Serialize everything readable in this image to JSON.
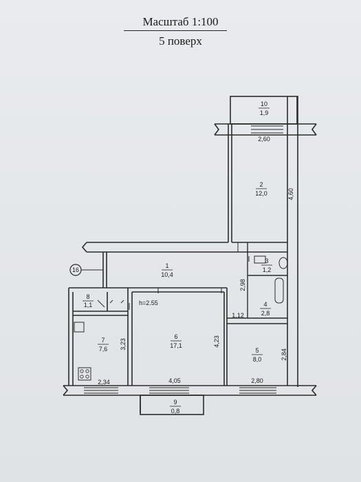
{
  "header": {
    "scale": "Масштаб 1:100",
    "floor": "5 поверх"
  },
  "rooms": [
    {
      "number": "1",
      "area": "10,4"
    },
    {
      "number": "2",
      "area": "12,0"
    },
    {
      "number": "3",
      "area": "1,2"
    },
    {
      "number": "4",
      "area": "2,8"
    },
    {
      "number": "5",
      "area": "8,0"
    },
    {
      "number": "6",
      "area": "17,1"
    },
    {
      "number": "7",
      "area": "7,6"
    },
    {
      "number": "8",
      "area": "1,1"
    },
    {
      "number": "9",
      "area": "0,8"
    },
    {
      "number": "10",
      "area": "1,9"
    }
  ],
  "dimensions": {
    "d1": "2,60",
    "d2": "4,60",
    "d3": "2,98",
    "d4": "1,12",
    "d5": "3,23",
    "d6": "4,23",
    "d7": "2,84",
    "d8": "2,34",
    "d9": "4,05",
    "d10": "2,80"
  },
  "ceiling_height": "h=2.55",
  "axis_marker": "16"
}
